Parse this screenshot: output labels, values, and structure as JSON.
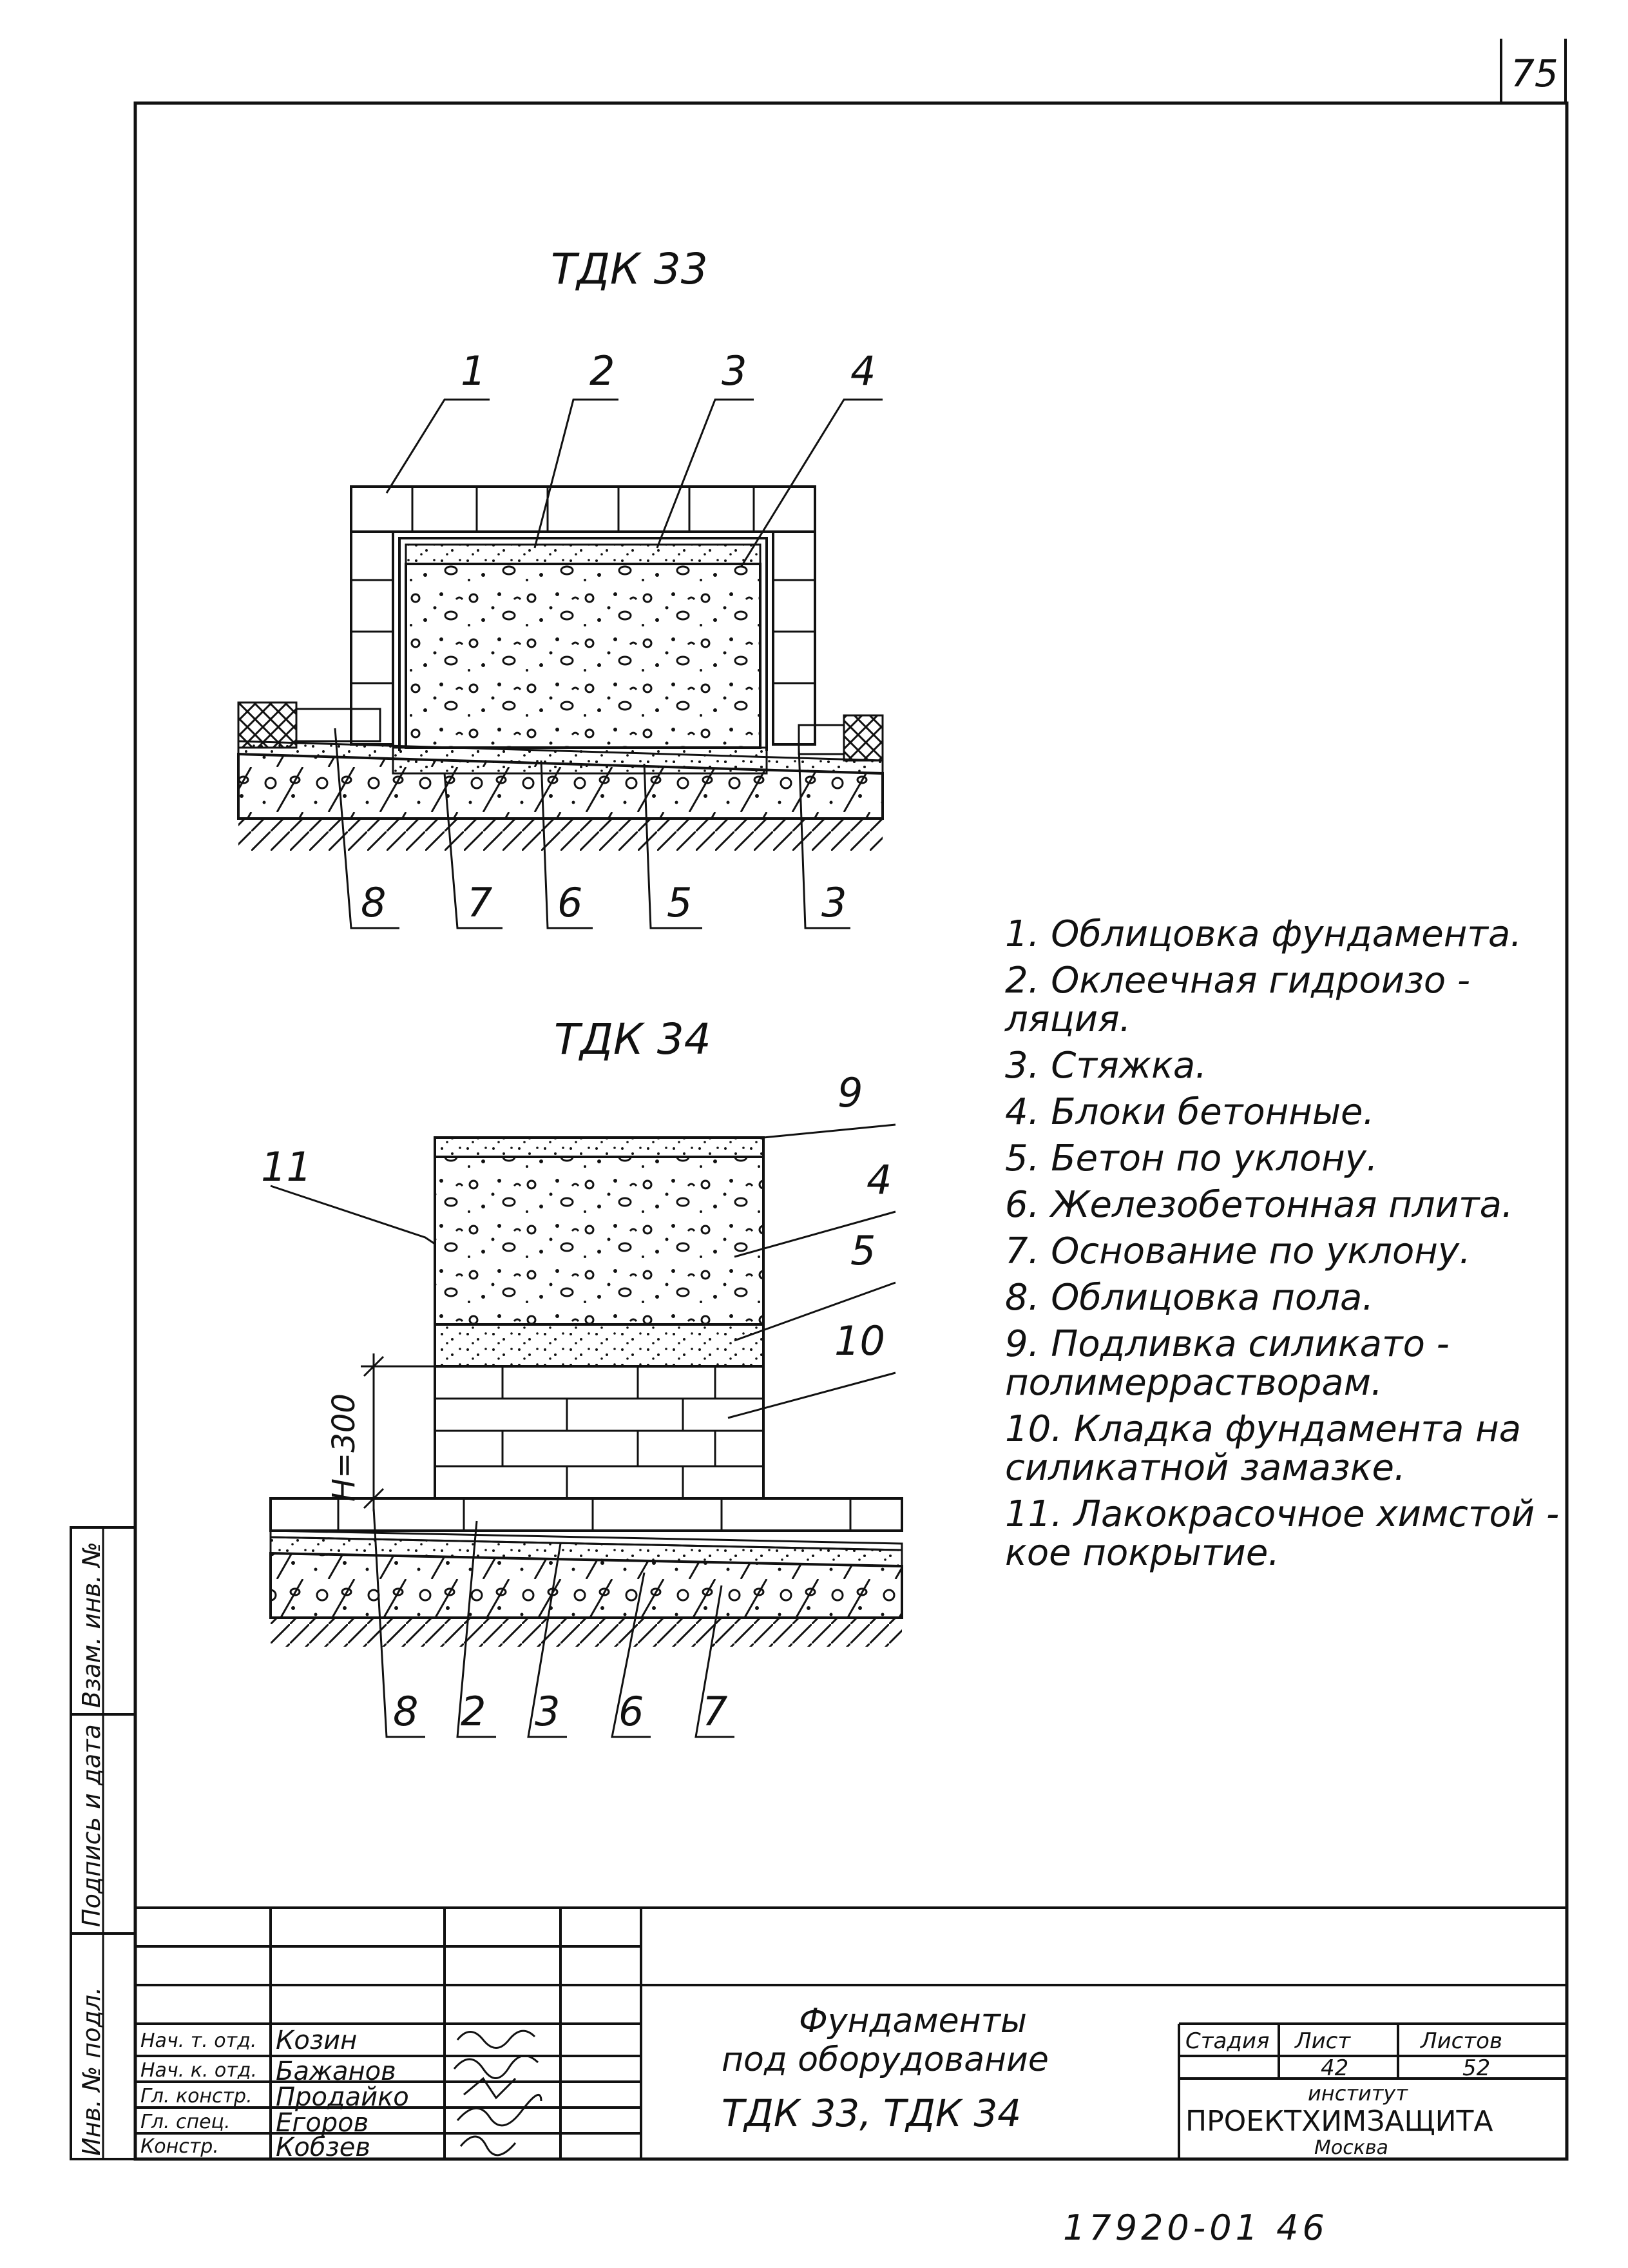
{
  "page_number": "75",
  "drawings": [
    {
      "title": "ТДК 33",
      "callouts": [
        "1",
        "2",
        "3",
        "4",
        "8",
        "7",
        "6",
        "5",
        "3"
      ]
    },
    {
      "title": "ТДК 34",
      "callouts": [
        "9",
        "4",
        "5",
        "10",
        "11",
        "8",
        "2",
        "3",
        "6",
        "7"
      ],
      "dimension": "H=300"
    }
  ],
  "legend": [
    "1. Облицовка фундамента.",
    "2. Оклеечная гидроизо - ляция.",
    "3. Стяжка.",
    "4. Блоки бетонные.",
    "5. Бетон по уклону.",
    "6. Железобетонная плита.",
    "7. Основание по уклону.",
    "8. Облицовка пола.",
    "9. Подливка силикато - полимеррастворам.",
    "10. Кладка фундамента на силикатной замазке.",
    "11. Лакокрасочное химстой - кое покрытие."
  ],
  "side_stamp": [
    "Инв. № подл.",
    "Подпись и дата",
    "Взам. инв. №"
  ],
  "title_block": {
    "roles": [
      "Нач. т. отд.",
      "Нач. к. отд.",
      "Гл. констр.",
      "Гл. спец.",
      "Констр."
    ],
    "names": [
      "Козин",
      "Бажанов",
      "Продайко",
      "Егоров",
      "Кобзев"
    ],
    "title": [
      "Фундаменты",
      "под оборудование",
      "ТДК 33, ТДК 34"
    ],
    "stage_label": "Стадия",
    "sheet_label": "Лист",
    "sheets_label": "Листов",
    "sheet": "42",
    "sheets": "52",
    "institute_label": "институт",
    "institute": "ПРОЕКТХИМЗАЩИТА",
    "city": "Москва"
  },
  "footer": "17920-01 46"
}
